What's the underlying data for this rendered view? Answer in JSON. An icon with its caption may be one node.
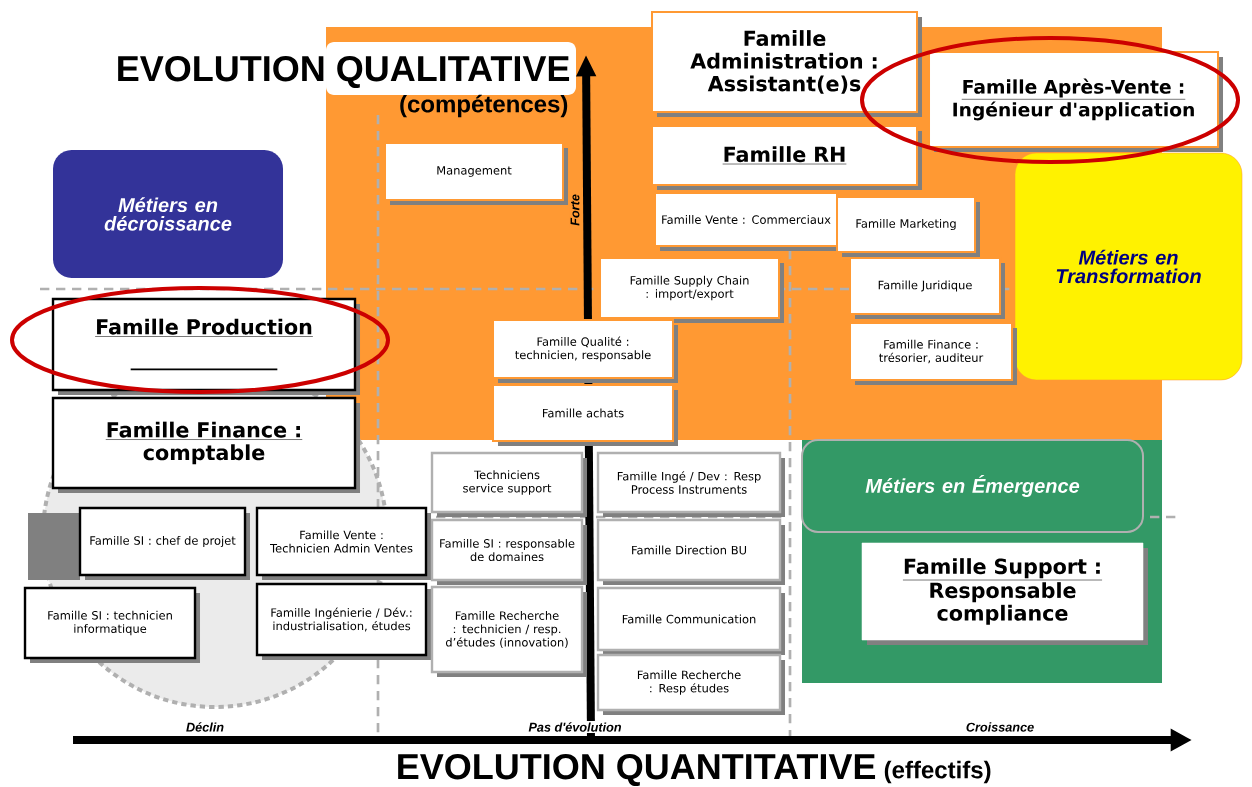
{
  "diagram": {
    "nodes": [
      {
        "text": [
          "Famille Administration :",
          "Assistant(e)s"
        ]
      },
      {
        "text": [
          "Famille Après-Vente :",
          "Ingénieur d'application"
        ]
      },
      {
        "text": [
          "Famille RH"
        ]
      },
      {
        "text": [
          "Management"
        ]
      },
      {
        "text": [
          "Métiers en décroissance"
        ]
      },
      {
        "text": [
          "Famille Vente : Commerciaux"
        ]
      },
      {
        "text": [
          "Famille Marketing"
        ]
      },
      {
        "text": [
          "Métiers en Transformation"
        ]
      },
      {
        "text": [
          "Famille Supply Chain : import/export"
        ]
      },
      {
        "text": [
          "Famille Juridique"
        ]
      },
      {
        "text": [
          "Famille Production"
        ]
      },
      {
        "text": [
          "Famille Qualité : technicien, responsable"
        ]
      },
      {
        "text": [
          "Famille Finance : trésorier, auditeur"
        ]
      },
      {
        "text": [
          "Famille achats"
        ]
      },
      {
        "text": [
          "Famille Finance :",
          "comptable"
        ]
      },
      {
        "text": [
          "Techniciens service support"
        ]
      },
      {
        "text": [
          "Famille Ingé / Dev : Resp Process Instruments"
        ]
      },
      {
        "text": [
          "Métiers en Émergence"
        ]
      },
      {
        "text": [
          "Famille SI : chef de projet"
        ]
      },
      {
        "text": [
          "Famille Vente : Technicien Admin Ventes"
        ]
      },
      {
        "text": [
          "Famille SI : responsable de domaines"
        ]
      },
      {
        "text": [
          "Famille Direction BU"
        ]
      },
      {
        "text": [
          "Famille Support :",
          "Responsable compliance"
        ]
      },
      {
        "text": [
          "Famille SI : technicien informatique"
        ]
      },
      {
        "text": [
          "Famille Ingénierie / Dév.: industrialisation, études"
        ]
      },
      {
        "text": [
          "Famille Recherche : technicien / resp. d’études (innovation)"
        ]
      },
      {
        "text": [
          "Famille Communication"
        ]
      },
      {
        "text": [
          "Famille Recherche : Resp études"
        ]
      }
    ],
    "labels": [
      "EVOLUTION QUALITATIVE",
      "(compétences)",
      "Forte",
      "Déclin",
      "Pas d'évolution",
      "Croissance",
      "EVOLUTION QUANTITATIVE",
      "(effectifs)"
    ]
  }
}
